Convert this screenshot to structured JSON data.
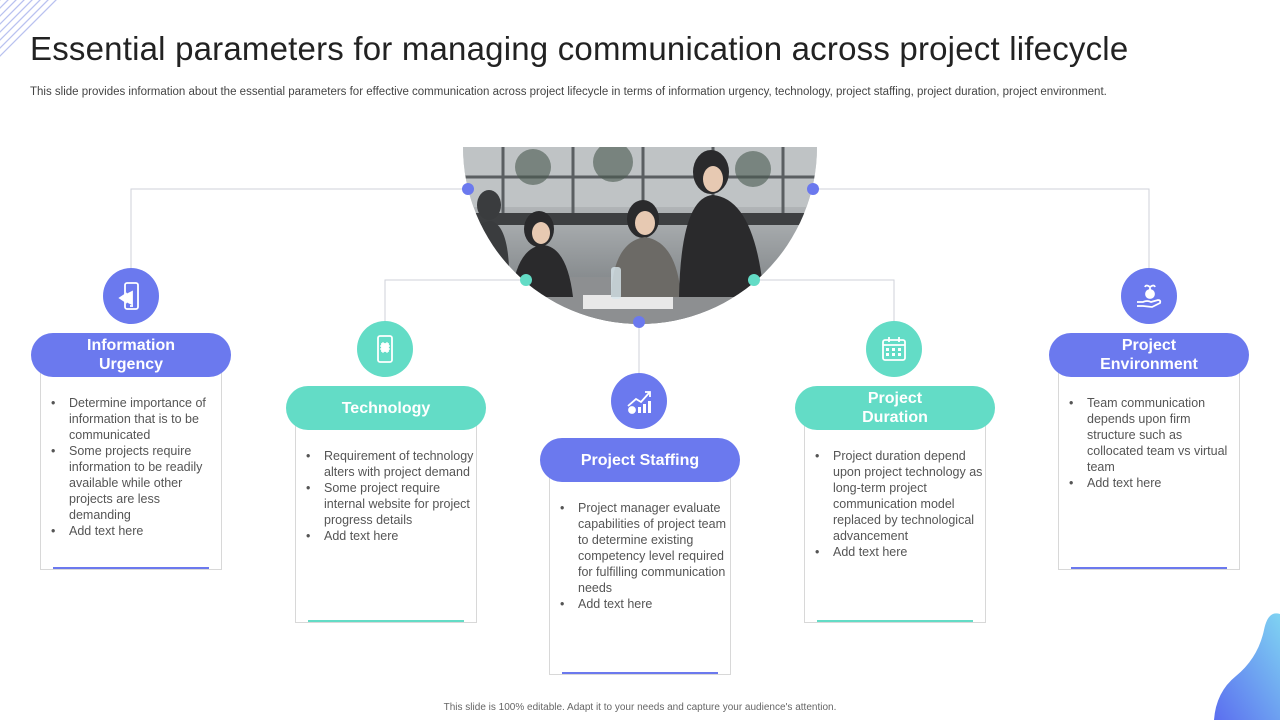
{
  "header": {
    "title": "Essential parameters for managing communication across project lifecycle",
    "subtitle": "This slide provides information about the essential parameters for effective communication across project lifecycle in terms of information urgency, technology, project staffing, project duration, project environment."
  },
  "colors": {
    "violet": "#6b79ee",
    "teal": "#63dcc6"
  },
  "photo": {
    "icon": "team-meeting-photo"
  },
  "parameters": [
    {
      "title": "Information Urgency",
      "icon": "smartphone-megaphone-icon",
      "bullets": [
        "Determine importance of information that is to be communicated",
        "Some projects require information to be readily available while other projects are less demanding",
        "Add text here"
      ]
    },
    {
      "title": "Technology",
      "icon": "smartphone-chip-icon",
      "bullets": [
        "Requirement of technology alters with project demand",
        "Some project require internal website for project progress details",
        "Add text here"
      ]
    },
    {
      "title": "Project Staffing",
      "icon": "growth-chart-gears-icon",
      "bullets": [
        "Project manager evaluate capabilities of project team to determine existing competency level required for fulfilling communication needs",
        "Add text here"
      ]
    },
    {
      "title": "Project Duration",
      "icon": "calendar-icon",
      "bullets": [
        "Project duration depend upon project technology as long-term project communication model replaced by technological advancement",
        "Add text here"
      ]
    },
    {
      "title": "Project Environment",
      "icon": "hand-money-plant-icon",
      "bullets": [
        "Team communication depends upon firm structure such as collocated team vs virtual team",
        "Add text here"
      ]
    }
  ],
  "footer": {
    "text": "This slide is 100% editable. Adapt it to your needs and capture your audience's attention."
  }
}
